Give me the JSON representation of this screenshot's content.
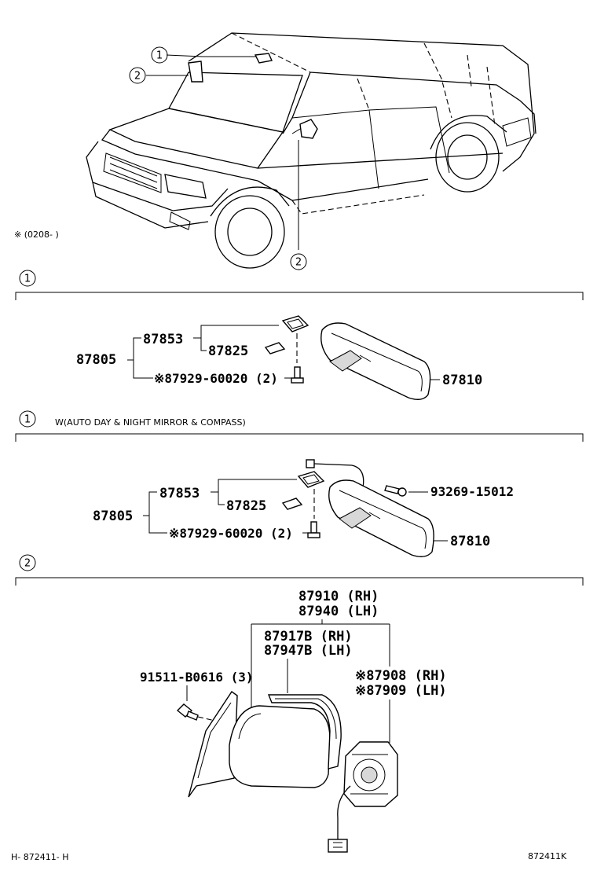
{
  "callouts": {
    "c1": "1",
    "c2": "2"
  },
  "header_note": "※ (0208-        )",
  "section1": {
    "callout": "1",
    "parts": {
      "p87805": "87805",
      "p87853": "87853",
      "p87825": "87825",
      "p87929": "※87929-60020 (2)",
      "p87810": "87810"
    }
  },
  "section1b": {
    "callout": "1",
    "condition": "W(AUTO DAY & NIGHT MIRROR & COMPASS)",
    "parts": {
      "p87805": "87805",
      "p87853": "87853",
      "p87825": "87825",
      "p87929": "※87929-60020 (2)",
      "p93269": "93269-15012",
      "p87810": "87810"
    }
  },
  "section2": {
    "callout": "2",
    "parts": {
      "p87910": "87910 (RH)",
      "p87940": "87940 (LH)",
      "p87917": "87917B (RH)",
      "p87947": "87947B (LH)",
      "p91511": "91511-B0616 (3)",
      "p87908": "※87908 (RH)",
      "p87909": "※87909 (LH)"
    }
  },
  "footer": {
    "left": "H- 872411- H",
    "right": "872411K"
  }
}
